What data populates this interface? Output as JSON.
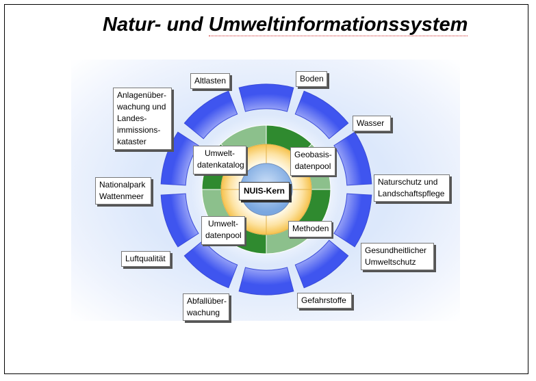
{
  "title_part1": "Natur- und ",
  "title_part2": "Umweltinformationssystem",
  "core_label": "NUIS-Kern",
  "inner_labels": {
    "umweltdatenkatalog": "Umwelt-\ndatenkatalog",
    "geobasisdatenpool": "Geobasis-\ndatenpool",
    "umweltdatenpool": "Umwelt-\ndatenpool",
    "methoden": "Methoden"
  },
  "outer_labels": {
    "altlasten": "Altlasten",
    "boden": "Boden",
    "anlagen": "Anlagenüber-\nwachung und\nLandes-\nimmissions-\nkataster",
    "wasser": "Wasser",
    "nationalpark": "Nationalpark\nWattenmeer",
    "naturschutz": "Naturschutz und\nLandschaftspflege",
    "luftqualitaet": "Luftqualität",
    "gesundheit": "Gesundheitlicher\nUmweltschutz",
    "abfall": "Abfallüber-\nwachung",
    "gefahrstoffe": "Gefahrstoffe"
  },
  "colors": {
    "outer_ring": "#4a5ff0",
    "green_dark": "#2f8a2f",
    "green_light": "#8cc08c",
    "yellow_ring": "#f7c857",
    "core_blue": "#8fb7e8"
  }
}
